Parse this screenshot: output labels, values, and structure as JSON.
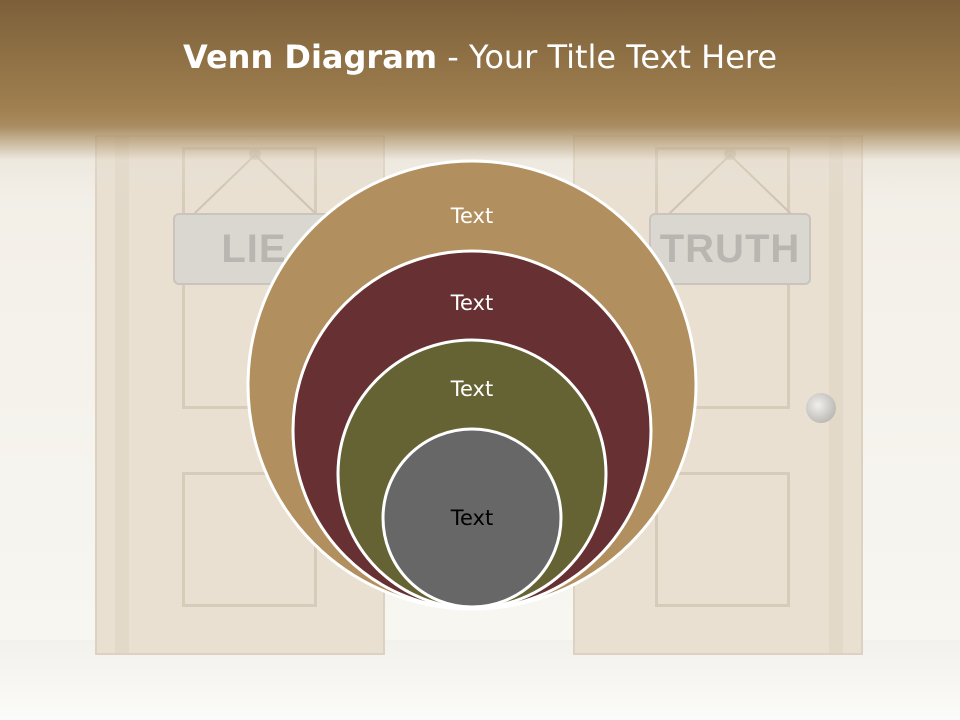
{
  "slide": {
    "title_bold": "Venn Diagram",
    "title_rest": " - Your Title Text Here"
  },
  "background": {
    "sign_left": "LIE",
    "sign_right": "TRUTH"
  },
  "diagram": {
    "circles": [
      {
        "label": "Text",
        "color": "#b18f5e",
        "text_color": "#ffffff"
      },
      {
        "label": "Text",
        "color": "#673134",
        "text_color": "#ffffff"
      },
      {
        "label": "Text",
        "color": "#656333",
        "text_color": "#ffffff"
      },
      {
        "label": "Text",
        "color": "#676767",
        "text_color": "#000000"
      }
    ],
    "stroke": "#ffffff"
  }
}
